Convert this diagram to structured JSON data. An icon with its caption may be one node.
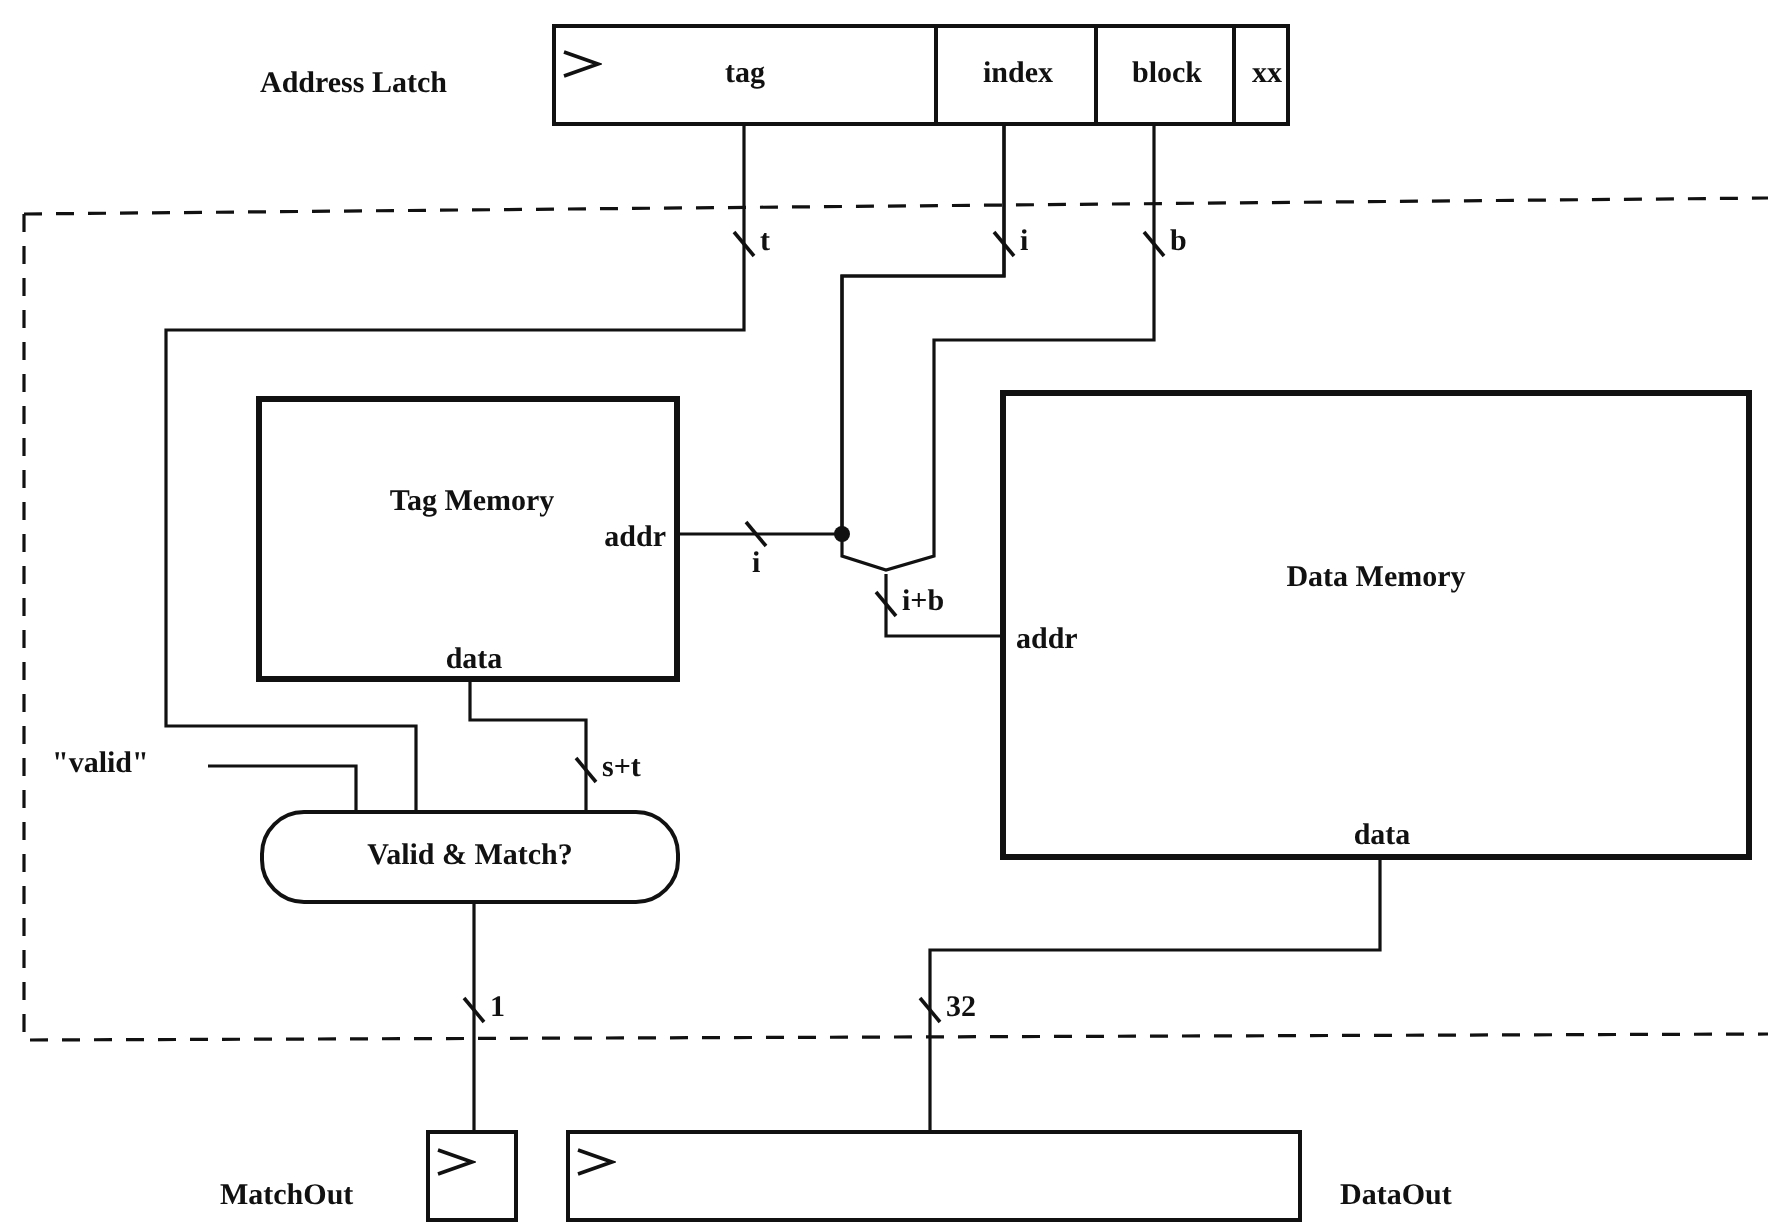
{
  "diagram": {
    "nodes": [
      {
        "text": [],
        "shape": "box",
        "beside": [
          "Address Latch"
        ]
      },
      {
        "text": [
          "tag"
        ],
        "in": 0
      },
      {
        "text": [
          "index"
        ],
        "in": 0
      },
      {
        "text": [
          "block"
        ],
        "in": 0
      },
      {
        "text": [
          "xx"
        ],
        "in": 0
      },
      {
        "text": [
          "Tag Memory",
          "addr",
          "data"
        ]
      },
      {
        "text": [],
        "shape": "trapezoid"
      },
      {
        "text": [
          "Data Memory",
          "addr",
          "data"
        ]
      },
      {
        "text": [
          "\"valid\""
        ]
      },
      {
        "text": [
          "Valid & Match?"
        ]
      },
      {
        "text": [],
        "shape": "box",
        "beside": [
          "MatchOut"
        ]
      },
      {
        "text": [],
        "shape": "box",
        "beside": [
          "DataOut"
        ]
      }
    ],
    "edges": [
      {
        "from": 1,
        "to": 9,
        "arrow": "none",
        "label": "t"
      },
      {
        "from": 2,
        "to": 6,
        "arrow": "none",
        "label": "i"
      },
      {
        "from": 3,
        "to": 6,
        "arrow": "none",
        "label": "b"
      },
      {
        "from": 2,
        "to": 5,
        "arrow": "none",
        "label": "i"
      },
      {
        "from": 6,
        "to": 7,
        "arrow": "none",
        "label": "i+b"
      },
      {
        "from": 5,
        "to": 9,
        "arrow": "none",
        "label": "s+t"
      },
      {
        "from": 8,
        "to": 9,
        "arrow": "none"
      },
      {
        "from": 9,
        "to": 10,
        "arrow": "none",
        "label": "1"
      },
      {
        "from": 7,
        "to": 11,
        "arrow": "none",
        "label": "32"
      }
    ]
  }
}
